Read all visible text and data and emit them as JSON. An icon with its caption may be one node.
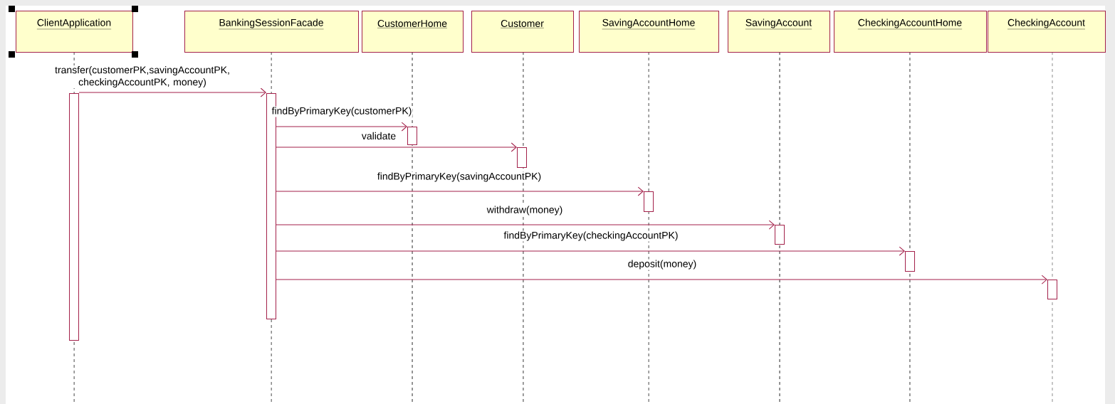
{
  "diagram": {
    "nodes": [
      {
        "text": [
          "ClientApplication"
        ]
      },
      {
        "text": [
          "BankingSessionFacade"
        ]
      },
      {
        "text": [
          "CustomerHome"
        ]
      },
      {
        "text": [
          "Customer"
        ]
      },
      {
        "text": [
          "SavingAccountHome"
        ]
      },
      {
        "text": [
          "SavingAccount"
        ]
      },
      {
        "text": [
          "CheckingAccountHome"
        ]
      },
      {
        "text": [
          "CheckingAccount"
        ]
      },
      {
        "text": [],
        "shape": "bar"
      },
      {
        "text": [],
        "shape": "bar"
      },
      {
        "text": [],
        "shape": "bar"
      },
      {
        "text": [],
        "shape": "bar"
      },
      {
        "text": [],
        "shape": "bar"
      },
      {
        "text": [],
        "shape": "bar"
      },
      {
        "text": [],
        "shape": "bar"
      },
      {
        "text": [],
        "shape": "bar"
      }
    ],
    "edges": [
      {
        "from": 8,
        "to": 9,
        "arrow": "to",
        "label": "transfer(customerPK,savingAccountPK, checkingAccountPK, money)"
      },
      {
        "from": 9,
        "to": 10,
        "arrow": "to",
        "label": "findByPrimaryKey(customerPK)"
      },
      {
        "from": 9,
        "to": 11,
        "arrow": "to",
        "label": "validate"
      },
      {
        "from": 9,
        "to": 12,
        "arrow": "to",
        "label": "findByPrimaryKey(savingAccountPK)"
      },
      {
        "from": 9,
        "to": 13,
        "arrow": "to",
        "label": "withdraw(money)"
      },
      {
        "from": 9,
        "to": 14,
        "arrow": "to",
        "label": "findByPrimaryKey(checkingAccountPK)"
      },
      {
        "from": 9,
        "to": 15,
        "arrow": "to",
        "label": "deposit(money)"
      }
    ]
  }
}
